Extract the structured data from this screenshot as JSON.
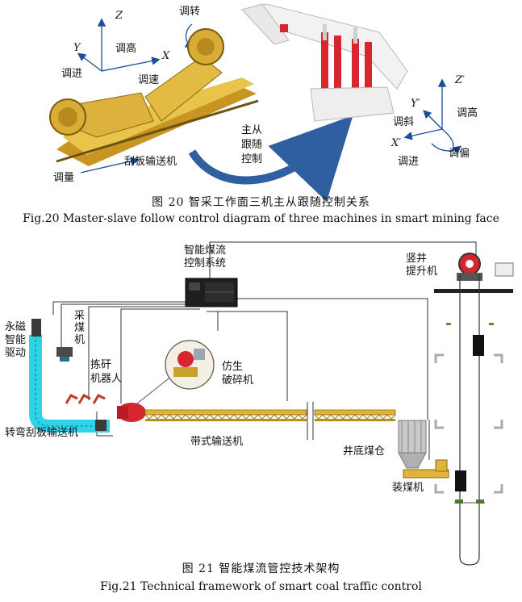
{
  "fig20": {
    "axes_left": {
      "z": "Z",
      "y": "Y",
      "x": "X"
    },
    "labels_left": {
      "height": "调高",
      "advance": "调进",
      "speed": "调速",
      "rotate": "调转",
      "measure": "调量",
      "conveyor": "刮板输送机"
    },
    "center_label": "主从\n跟随\n控制",
    "axes_right": {
      "z": "Z′",
      "y": "Y′",
      "x": "X′"
    },
    "labels_right": {
      "height": "调高",
      "tilt": "调斜",
      "advance": "调进",
      "yaw": "调偏"
    },
    "caption_cn": "图 20   智采工作面三机主从跟随控制关系",
    "caption_en": "Fig.20   Master-slave follow control diagram of three machines in smart mining face"
  },
  "fig21": {
    "control_system": "智能煤流\n控制系统",
    "shaft_hoist": "竖井\n提升机",
    "pm_drive": "永磁\n智能\n驱动",
    "shearer": "采\n煤\n机",
    "picking_robot": "拣矸\n机器人",
    "bionic_crusher": "仿生\n破碎机",
    "turning_conveyor": "转弯刮板输送机",
    "belt_conveyor": "带式输送机",
    "bottom_bunker": "井底煤仓",
    "loader": "装煤机",
    "caption_cn": "图 21   智能煤流管控技术架构",
    "caption_en": "Fig.21   Technical framework of smart coal traffic control"
  },
  "colors": {
    "gold": "#d9b23a",
    "red": "#d8262e",
    "cyan": "#2fd3e8",
    "blue_arrow": "#2f5f9e",
    "frame": "#e6e6e6"
  }
}
